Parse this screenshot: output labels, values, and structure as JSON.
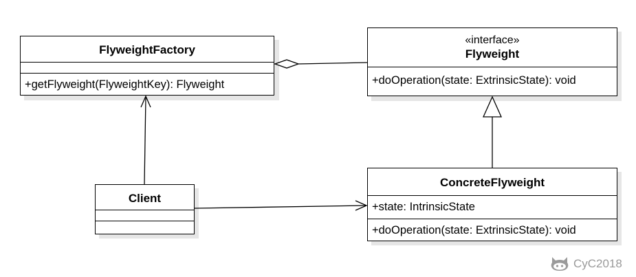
{
  "classes": {
    "flyweight_factory": {
      "name": "FlyweightFactory",
      "method": "+getFlyweight(FlyweightKey): Flyweight"
    },
    "flyweight": {
      "stereotype": "«interface»",
      "name": "Flyweight",
      "method": "+doOperation(state: ExtrinsicState): void"
    },
    "client": {
      "name": "Client"
    },
    "concrete_flyweight": {
      "name": "ConcreteFlyweight",
      "attribute": "+state: IntrinsicState",
      "method": "+doOperation(state: ExtrinsicState): void"
    }
  },
  "relationships": [
    {
      "from": "FlyweightFactory",
      "to": "Flyweight",
      "type": "aggregation"
    },
    {
      "from": "ConcreteFlyweight",
      "to": "Flyweight",
      "type": "realization"
    },
    {
      "from": "Client",
      "to": "FlyweightFactory",
      "type": "association"
    },
    {
      "from": "Client",
      "to": "ConcreteFlyweight",
      "type": "association"
    }
  ],
  "watermark": {
    "text": "CyC2018",
    "icon": "github-octocat-icon"
  },
  "colors": {
    "line": "#000000",
    "shadow": "#e6e6e6",
    "watermark": "#9a9a9a"
  }
}
